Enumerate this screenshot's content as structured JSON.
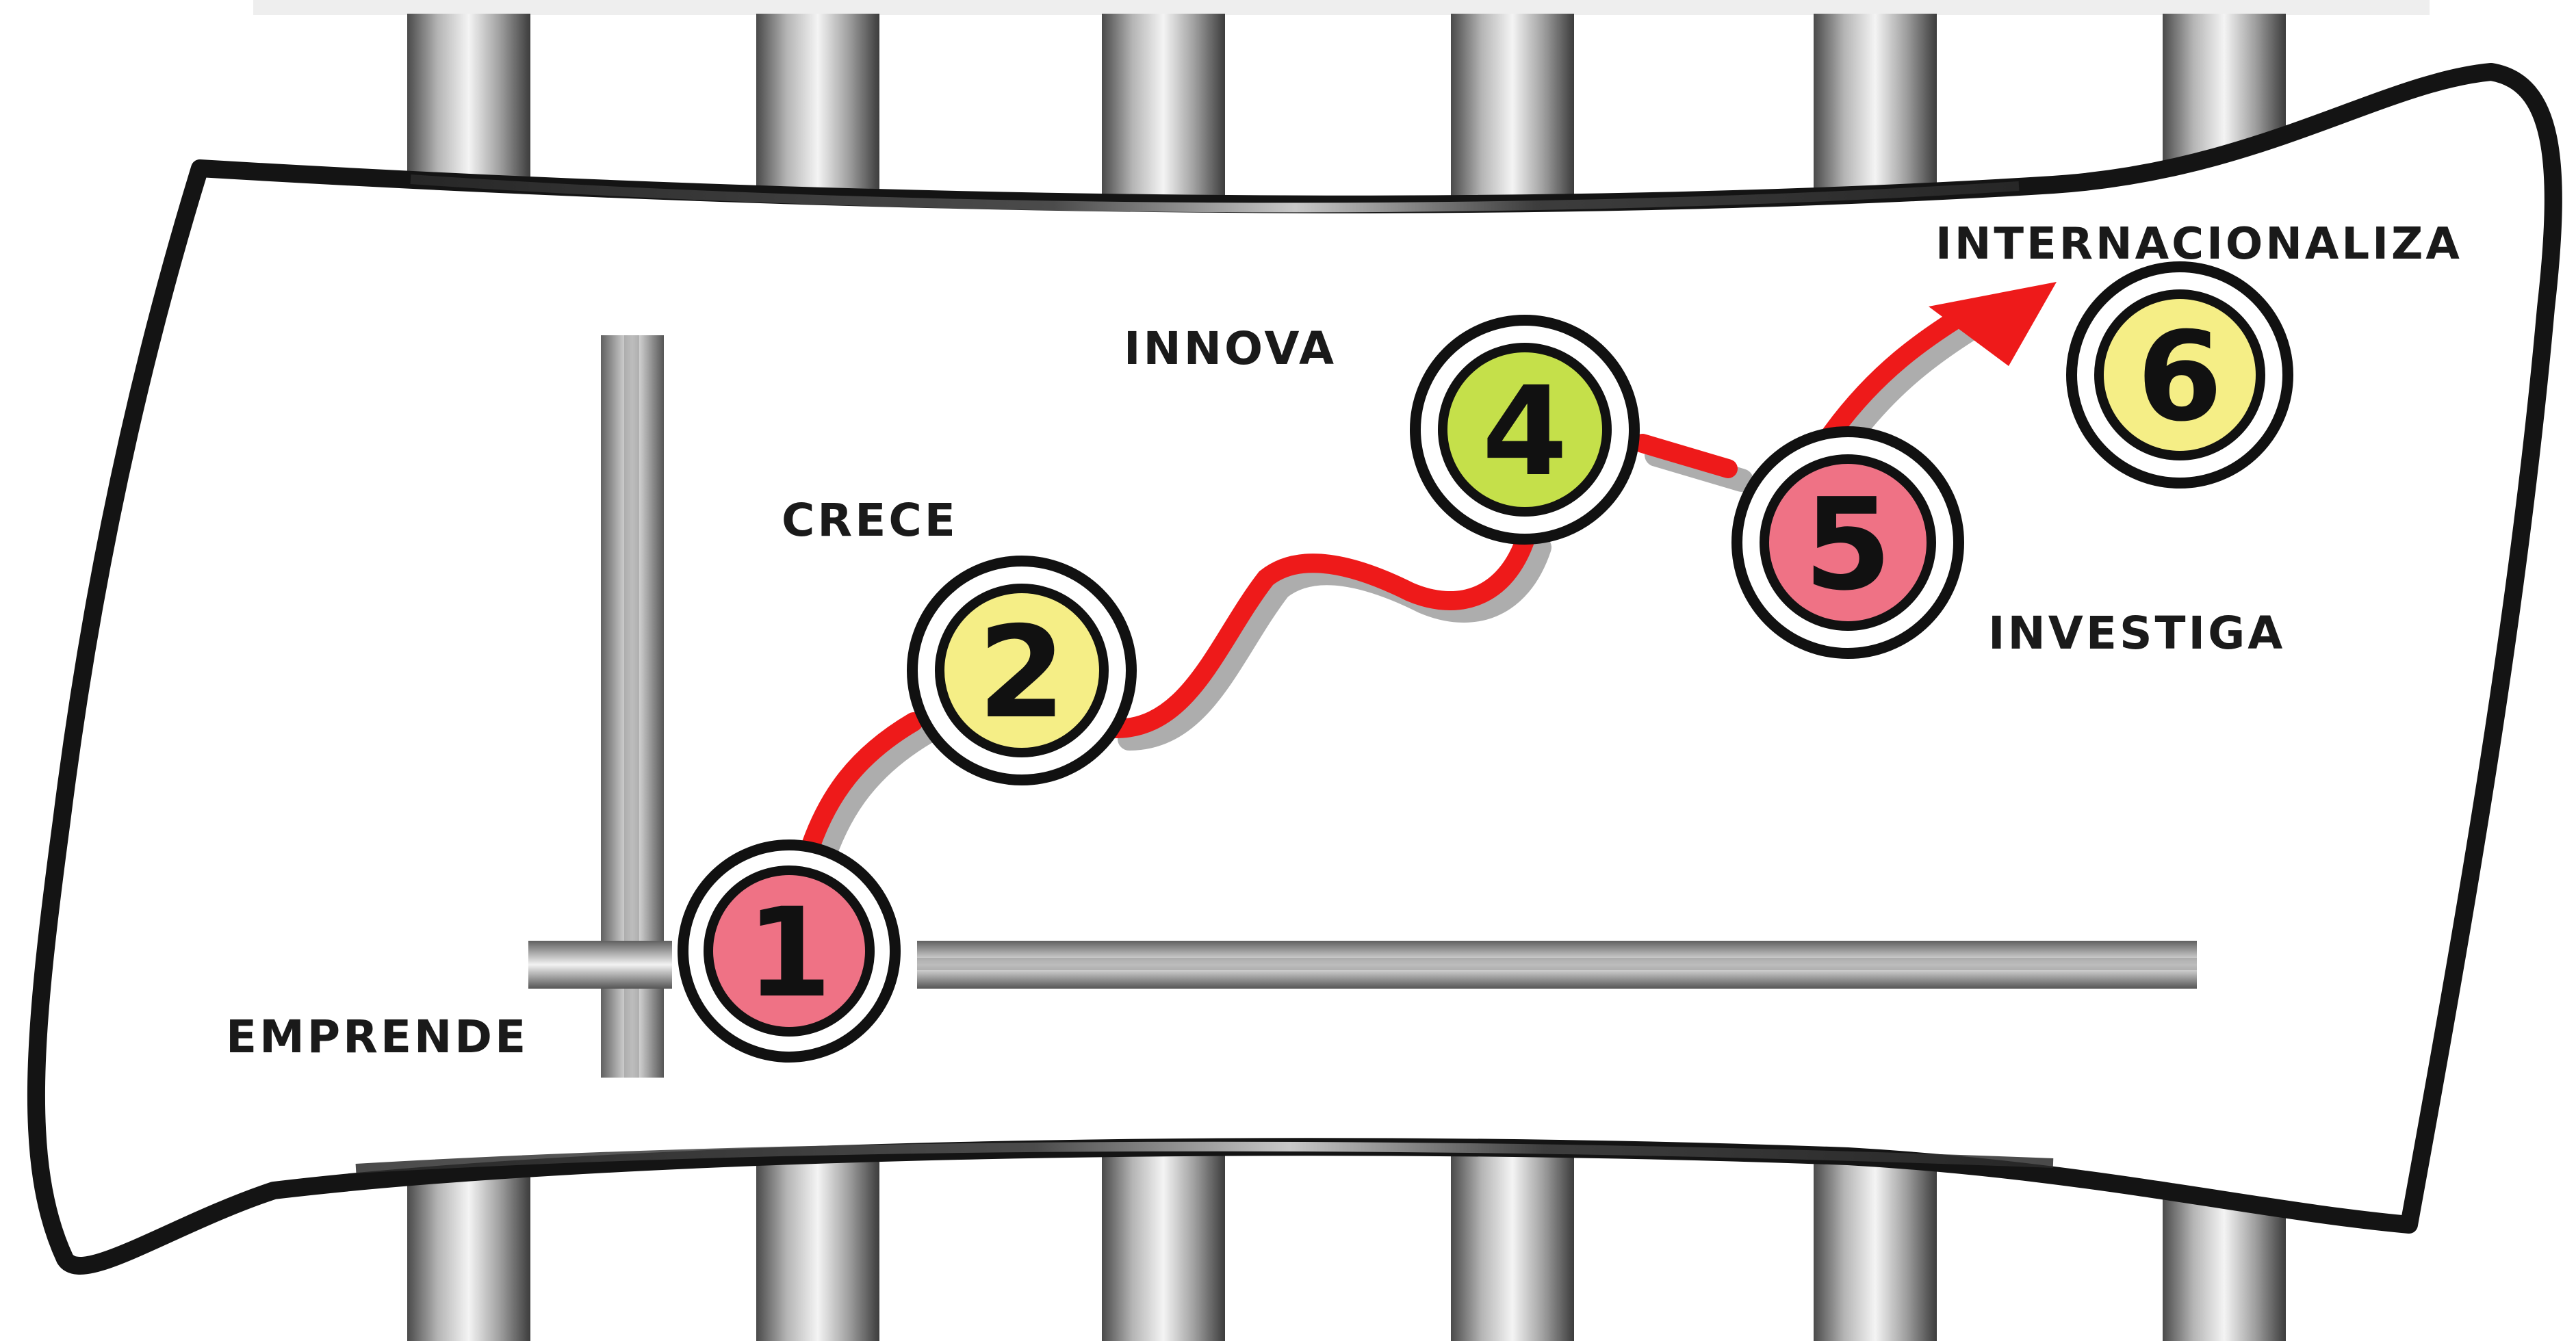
{
  "colors": {
    "arrow": "#ee1a1a",
    "pink": "#ef7285",
    "yellow": "#f5ee86",
    "lime": "#c5e04a",
    "outline": "#111111"
  },
  "steps": [
    {
      "number": "1",
      "label": "EMPRENDE",
      "fill": "pink"
    },
    {
      "number": "2",
      "label": "CRECE",
      "fill": "yellow"
    },
    {
      "number": "4",
      "label": "INNOVA",
      "fill": "lime"
    },
    {
      "number": "5",
      "label": "INVESTIGA",
      "fill": "pink"
    },
    {
      "number": "6",
      "label": "INTERNACIONALIZA",
      "fill": "yellow"
    }
  ]
}
